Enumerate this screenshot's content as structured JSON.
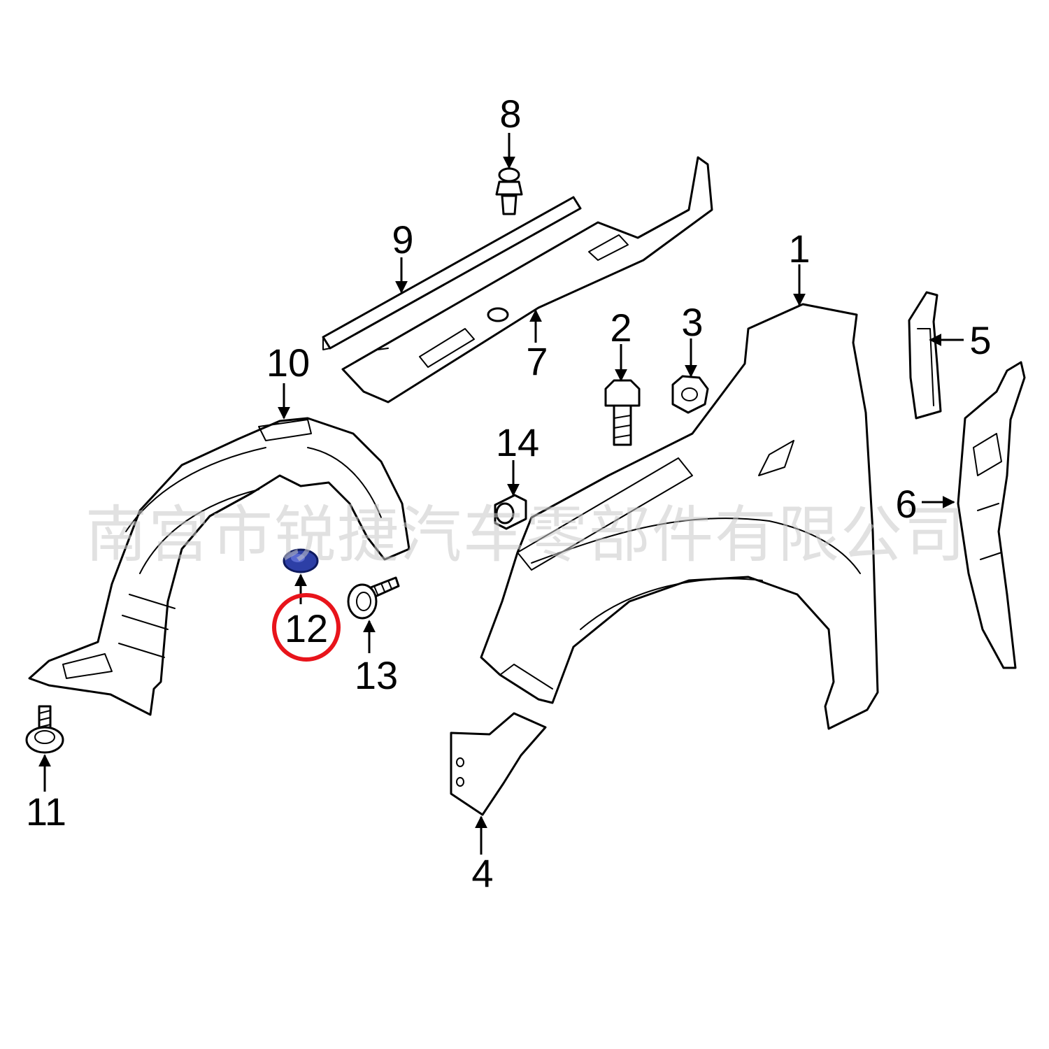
{
  "diagram": {
    "callouts": {
      "n1": "1",
      "n2": "2",
      "n3": "3",
      "n4": "4",
      "n5": "5",
      "n6": "6",
      "n7": "7",
      "n8": "8",
      "n9": "9",
      "n10": "10",
      "n11": "11",
      "n12": "12",
      "n13": "13",
      "n14": "14"
    },
    "highlighted_callout": "12",
    "watermark": "南宫市锐捷汽车零部件有限公司"
  },
  "colors": {
    "line": "#000000",
    "background": "#ffffff",
    "highlight_ring": "#e8141b",
    "highlight_part": "#2d3fa6",
    "watermark": "#c8c8c8"
  }
}
